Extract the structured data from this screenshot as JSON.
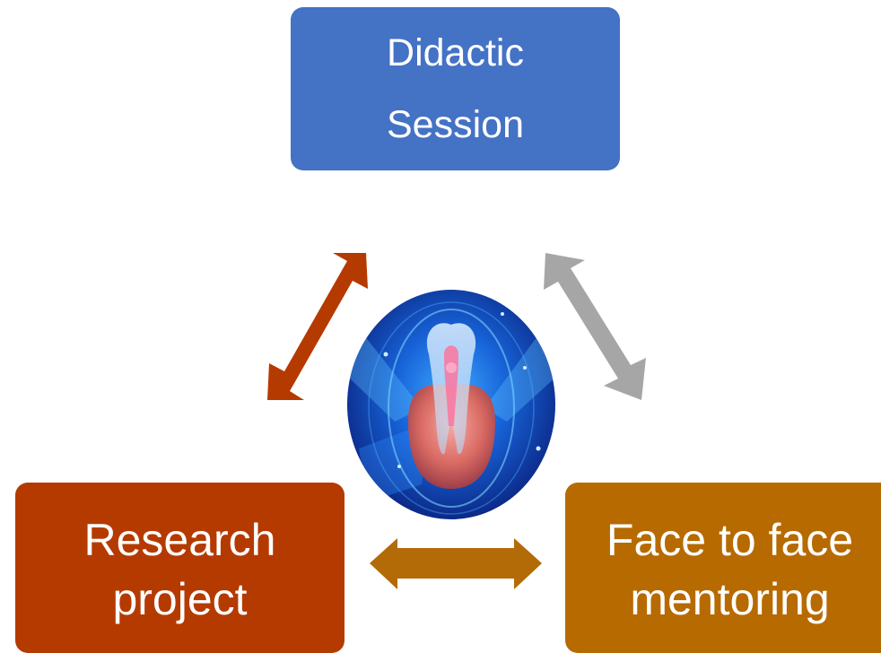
{
  "colors": {
    "top_box": "#4472c4",
    "left_box": "#b53a00",
    "right_box": "#b76a00",
    "arrow_left": "#b53a00",
    "arrow_right": "#a6a6a6",
    "arrow_bottom": "#b26b06",
    "box_text": "#ffffff"
  },
  "nodes": {
    "top": {
      "line1": "Didactic",
      "line2": "Session"
    },
    "left": {
      "line1": "Research",
      "line2": "project"
    },
    "right": {
      "line1": "Face to face",
      "line2": "mentoring"
    }
  },
  "center_image": {
    "icon": "tooth-icon"
  }
}
